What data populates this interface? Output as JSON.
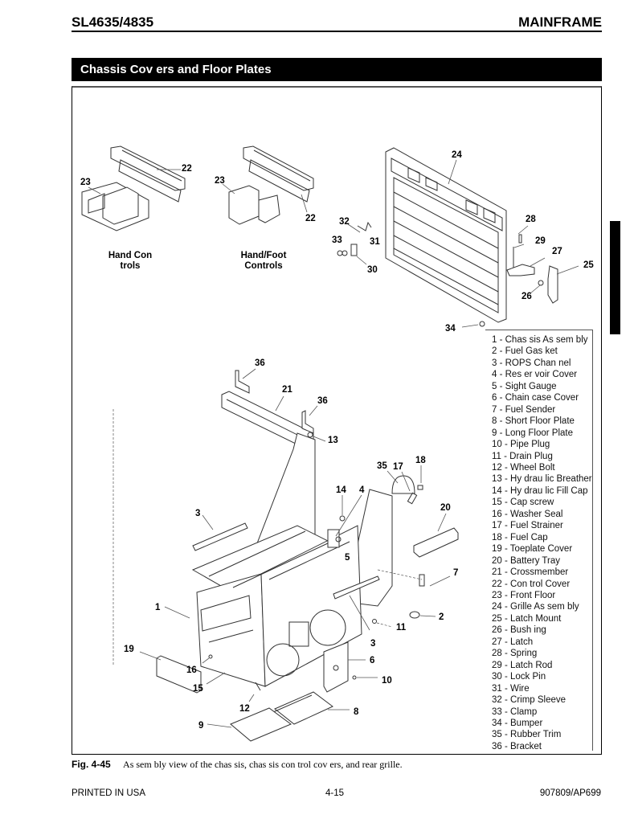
{
  "header": {
    "model": "SL4635/4835",
    "section": "MAINFRAME"
  },
  "title_bar": "Chassis Cov ers and Floor Plates",
  "figure": {
    "sub_labels": {
      "hand_controls": "Hand Con trols",
      "hand_foot_controls_line1": "Hand/Foot",
      "hand_foot_controls_line2": "Controls"
    },
    "callouts": {
      "c1": "1",
      "c2": "2",
      "c3a": "3",
      "c3b": "3",
      "c4": "4",
      "c5": "5",
      "c6": "6",
      "c7": "7",
      "c8": "8",
      "c9": "9",
      "c10": "10",
      "c11": "11",
      "c12": "12",
      "c13": "13",
      "c14": "14",
      "c15": "15",
      "c16": "16",
      "c17": "17",
      "c18": "18",
      "c19": "19",
      "c20": "20",
      "c21": "21",
      "c22a": "22",
      "c22b": "22",
      "c23a": "23",
      "c23b": "23",
      "c24": "24",
      "c25": "25",
      "c26": "26",
      "c27": "27",
      "c28": "28",
      "c29": "29",
      "c30": "30",
      "c31": "31",
      "c32": "32",
      "c33": "33",
      "c34": "34",
      "c35": "35",
      "c36a": "36",
      "c36b": "36"
    },
    "legend": [
      "1 - Chas sis As sem bly",
      "2 - Fuel Gas ket",
      "3 - ROPS Chan nel",
      "4 - Res er voir Cover",
      "5 - Sight Gauge",
      "6 - Chain case Cover",
      "7 - Fuel Sender",
      "8 - Short Floor Plate",
      "9 - Long Floor Plate",
      "10 - Pipe Plug",
      "11 - Drain Plug",
      "12 - Wheel Bolt",
      "13 - Hy drau lic Breather",
      "14 - Hy drau lic Fill Cap",
      "15 - Cap screw",
      "16 - Washer Seal",
      "17 - Fuel Strainer",
      "18 - Fuel Cap",
      "19 - Toeplate Cover",
      "20 - Battery Tray",
      "21 - Crossmember",
      "22 - Con trol Cover",
      "23 - Front Floor",
      "24 - Grille As sem bly",
      "25 - Latch Mount",
      "26 - Bush ing",
      "27 - Latch",
      "28 - Spring",
      "29 - Latch Rod",
      "30 - Lock Pin",
      "31 - Wire",
      "32 - Crimp Sleeve",
      "33 - Clamp",
      "34 - Bumper",
      "35 - Rubber Trim",
      "36 - Bracket"
    ]
  },
  "caption": {
    "figure_number": "Fig. 4-45",
    "text": "As sem bly view of the chas sis, chas sis con trol  cov ers, and rear grille."
  },
  "footer": {
    "left": "PRINTED IN USA",
    "center": "4-15",
    "right": "907809/AP699"
  }
}
